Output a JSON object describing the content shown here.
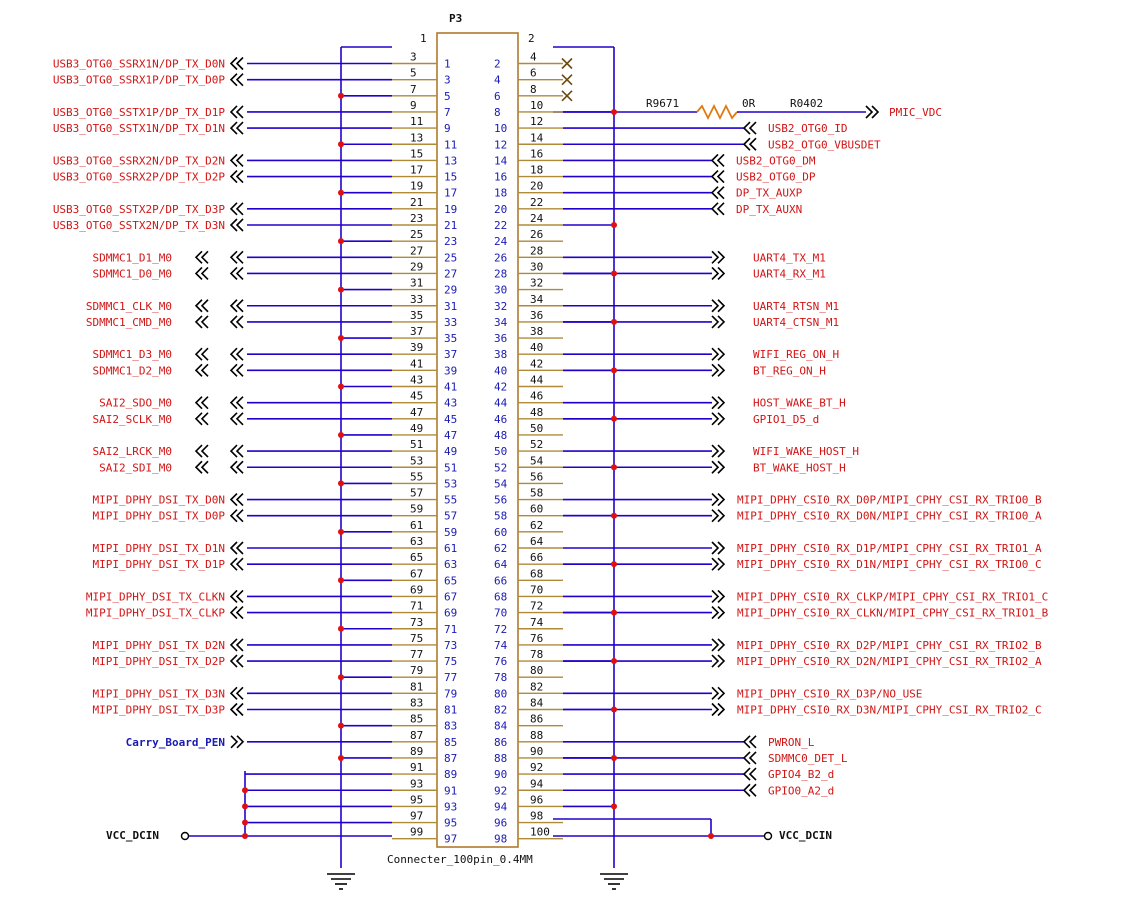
{
  "connector": {
    "refdes": "P3",
    "part_name": "Connecter_100pin_0.4MM",
    "top_left_pin": "1",
    "top_right_pin": "2"
  },
  "resistor": {
    "refdes": "R9671",
    "value": "0R",
    "package": "R0402"
  },
  "power_net": "PMIC_VDC",
  "left_labels": [
    {
      "row": 1,
      "text": "USB3_OTG0_SSRX1N/DP_TX_D0N"
    },
    {
      "row": 2,
      "text": "USB3_OTG0_SSRX1P/DP_TX_D0P"
    },
    {
      "row": 4,
      "text": "USB3_OTG0_SSTX1P/DP_TX_D1P"
    },
    {
      "row": 5,
      "text": "USB3_OTG0_SSTX1N/DP_TX_D1N"
    },
    {
      "row": 7,
      "text": "USB3_OTG0_SSRX2N/DP_TX_D2N"
    },
    {
      "row": 8,
      "text": "USB3_OTG0_SSRX2P/DP_TX_D2P"
    },
    {
      "row": 10,
      "text": "USB3_OTG0_SSTX2P/DP_TX_D3P"
    },
    {
      "row": 11,
      "text": "USB3_OTG0_SSTX2N/DP_TX_D3N"
    },
    {
      "row": 13,
      "text": "SDMMC1_D1_M0"
    },
    {
      "row": 14,
      "text": "SDMMC1_D0_M0"
    },
    {
      "row": 16,
      "text": "SDMMC1_CLK_M0"
    },
    {
      "row": 17,
      "text": "SDMMC1_CMD_M0"
    },
    {
      "row": 19,
      "text": "SDMMC1_D3_M0"
    },
    {
      "row": 20,
      "text": "SDMMC1_D2_M0"
    },
    {
      "row": 22,
      "text": "SAI2_SDO_M0"
    },
    {
      "row": 23,
      "text": "SAI2_SCLK_M0"
    },
    {
      "row": 25,
      "text": "SAI2_LRCK_M0"
    },
    {
      "row": 26,
      "text": "SAI2_SDI_M0"
    },
    {
      "row": 28,
      "text": "MIPI_DPHY_DSI_TX_D0N"
    },
    {
      "row": 29,
      "text": "MIPI_DPHY_DSI_TX_D0P"
    },
    {
      "row": 31,
      "text": "MIPI_DPHY_DSI_TX_D1N"
    },
    {
      "row": 32,
      "text": "MIPI_DPHY_DSI_TX_D1P"
    },
    {
      "row": 34,
      "text": "MIPI_DPHY_DSI_TX_CLKN"
    },
    {
      "row": 35,
      "text": "MIPI_DPHY_DSI_TX_CLKP"
    },
    {
      "row": 37,
      "text": "MIPI_DPHY_DSI_TX_D2N"
    },
    {
      "row": 38,
      "text": "MIPI_DPHY_DSI_TX_D2P"
    },
    {
      "row": 40,
      "text": "MIPI_DPHY_DSI_TX_D3N"
    },
    {
      "row": 41,
      "text": "MIPI_DPHY_DSI_TX_D3P"
    },
    {
      "row": 43,
      "text": "Carry_Board_PEN",
      "color": "#1a1ab4"
    }
  ],
  "right_labels": [
    {
      "row": 5,
      "text": "USB2_OTG0_ID"
    },
    {
      "row": 6,
      "text": "USB2_OTG0_VBUSDET"
    },
    {
      "row": 7,
      "text": "USB2_OTG0_DM"
    },
    {
      "row": 8,
      "text": "USB2_OTG0_DP"
    },
    {
      "row": 9,
      "text": "DP_TX_AUXP"
    },
    {
      "row": 10,
      "text": "DP_TX_AUXN"
    },
    {
      "row": 13,
      "text": "UART4_TX_M1"
    },
    {
      "row": 14,
      "text": "UART4_RX_M1"
    },
    {
      "row": 16,
      "text": "UART4_RTSN_M1"
    },
    {
      "row": 17,
      "text": "UART4_CTSN_M1"
    },
    {
      "row": 19,
      "text": "WIFI_REG_ON_H"
    },
    {
      "row": 20,
      "text": "BT_REG_ON_H"
    },
    {
      "row": 22,
      "text": "HOST_WAKE_BT_H"
    },
    {
      "row": 23,
      "text": "GPIO1_D5_d"
    },
    {
      "row": 25,
      "text": "WIFI_WAKE_HOST_H"
    },
    {
      "row": 26,
      "text": "BT_WAKE_HOST_H"
    },
    {
      "row": 28,
      "text": "MIPI_DPHY_CSI0_RX_D0P/MIPI_CPHY_CSI_RX_TRIO0_B"
    },
    {
      "row": 29,
      "text": "MIPI_DPHY_CSI0_RX_D0N/MIPI_CPHY_CSI_RX_TRIO0_A"
    },
    {
      "row": 31,
      "text": "MIPI_DPHY_CSI0_RX_D1P/MIPI_CPHY_CSI_RX_TRIO1_A"
    },
    {
      "row": 32,
      "text": "MIPI_DPHY_CSI0_RX_D1N/MIPI_CPHY_CSI_RX_TRIO0_C"
    },
    {
      "row": 34,
      "text": "MIPI_DPHY_CSI0_RX_CLKP/MIPI_CPHY_CSI_RX_TRIO1_C"
    },
    {
      "row": 35,
      "text": "MIPI_DPHY_CSI0_RX_CLKN/MIPI_CPHY_CSI_RX_TRIO1_B"
    },
    {
      "row": 37,
      "text": "MIPI_DPHY_CSI0_RX_D2P/MIPI_CPHY_CSI_RX_TRIO2_B"
    },
    {
      "row": 38,
      "text": "MIPI_DPHY_CSI0_RX_D2N/MIPI_CPHY_CSI_RX_TRIO2_A"
    },
    {
      "row": 40,
      "text": "MIPI_DPHY_CSI0_RX_D3P/NO_USE"
    },
    {
      "row": 41,
      "text": "MIPI_DPHY_CSI0_RX_D3N/MIPI_CPHY_CSI_RX_TRIO2_C"
    },
    {
      "row": 43,
      "text": "PWRON_L"
    },
    {
      "row": 44,
      "text": "SDMMC0_DET_L"
    },
    {
      "row": 45,
      "text": "GPIO4_B2_d"
    },
    {
      "row": 46,
      "text": "GPIO0_A2_d"
    }
  ],
  "vcc_left": "VCC_DCIN",
  "vcc_right": "VCC_DCIN"
}
